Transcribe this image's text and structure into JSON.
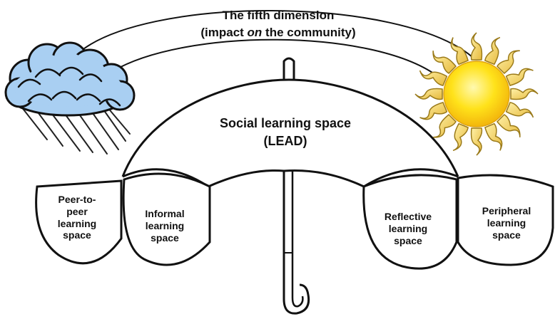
{
  "title": {
    "line1": "The fifth dimension",
    "line2_before": "(impact ",
    "line2_emphasis": "on",
    "line2_after": " the community)"
  },
  "center": {
    "line1": "Social learning space",
    "line2": "(LEAD)"
  },
  "spaces": {
    "peer": [
      "Peer-to-",
      "peer",
      "learning",
      "space"
    ],
    "informal": [
      "Informal",
      "learning",
      "space"
    ],
    "reflective": [
      "Reflective",
      "learning",
      "space"
    ],
    "peripheral": [
      "Peripheral",
      "learning",
      "space"
    ]
  },
  "icons": {
    "left": "rain-cloud-icon",
    "right": "sun-icon",
    "center": "umbrella-icon"
  },
  "colors": {
    "cloud": "#a9cff2",
    "rain": "#4a6f9a",
    "sun_core": "#ffe21a",
    "sun_rays": "#f2cf55",
    "outline": "#111111"
  }
}
